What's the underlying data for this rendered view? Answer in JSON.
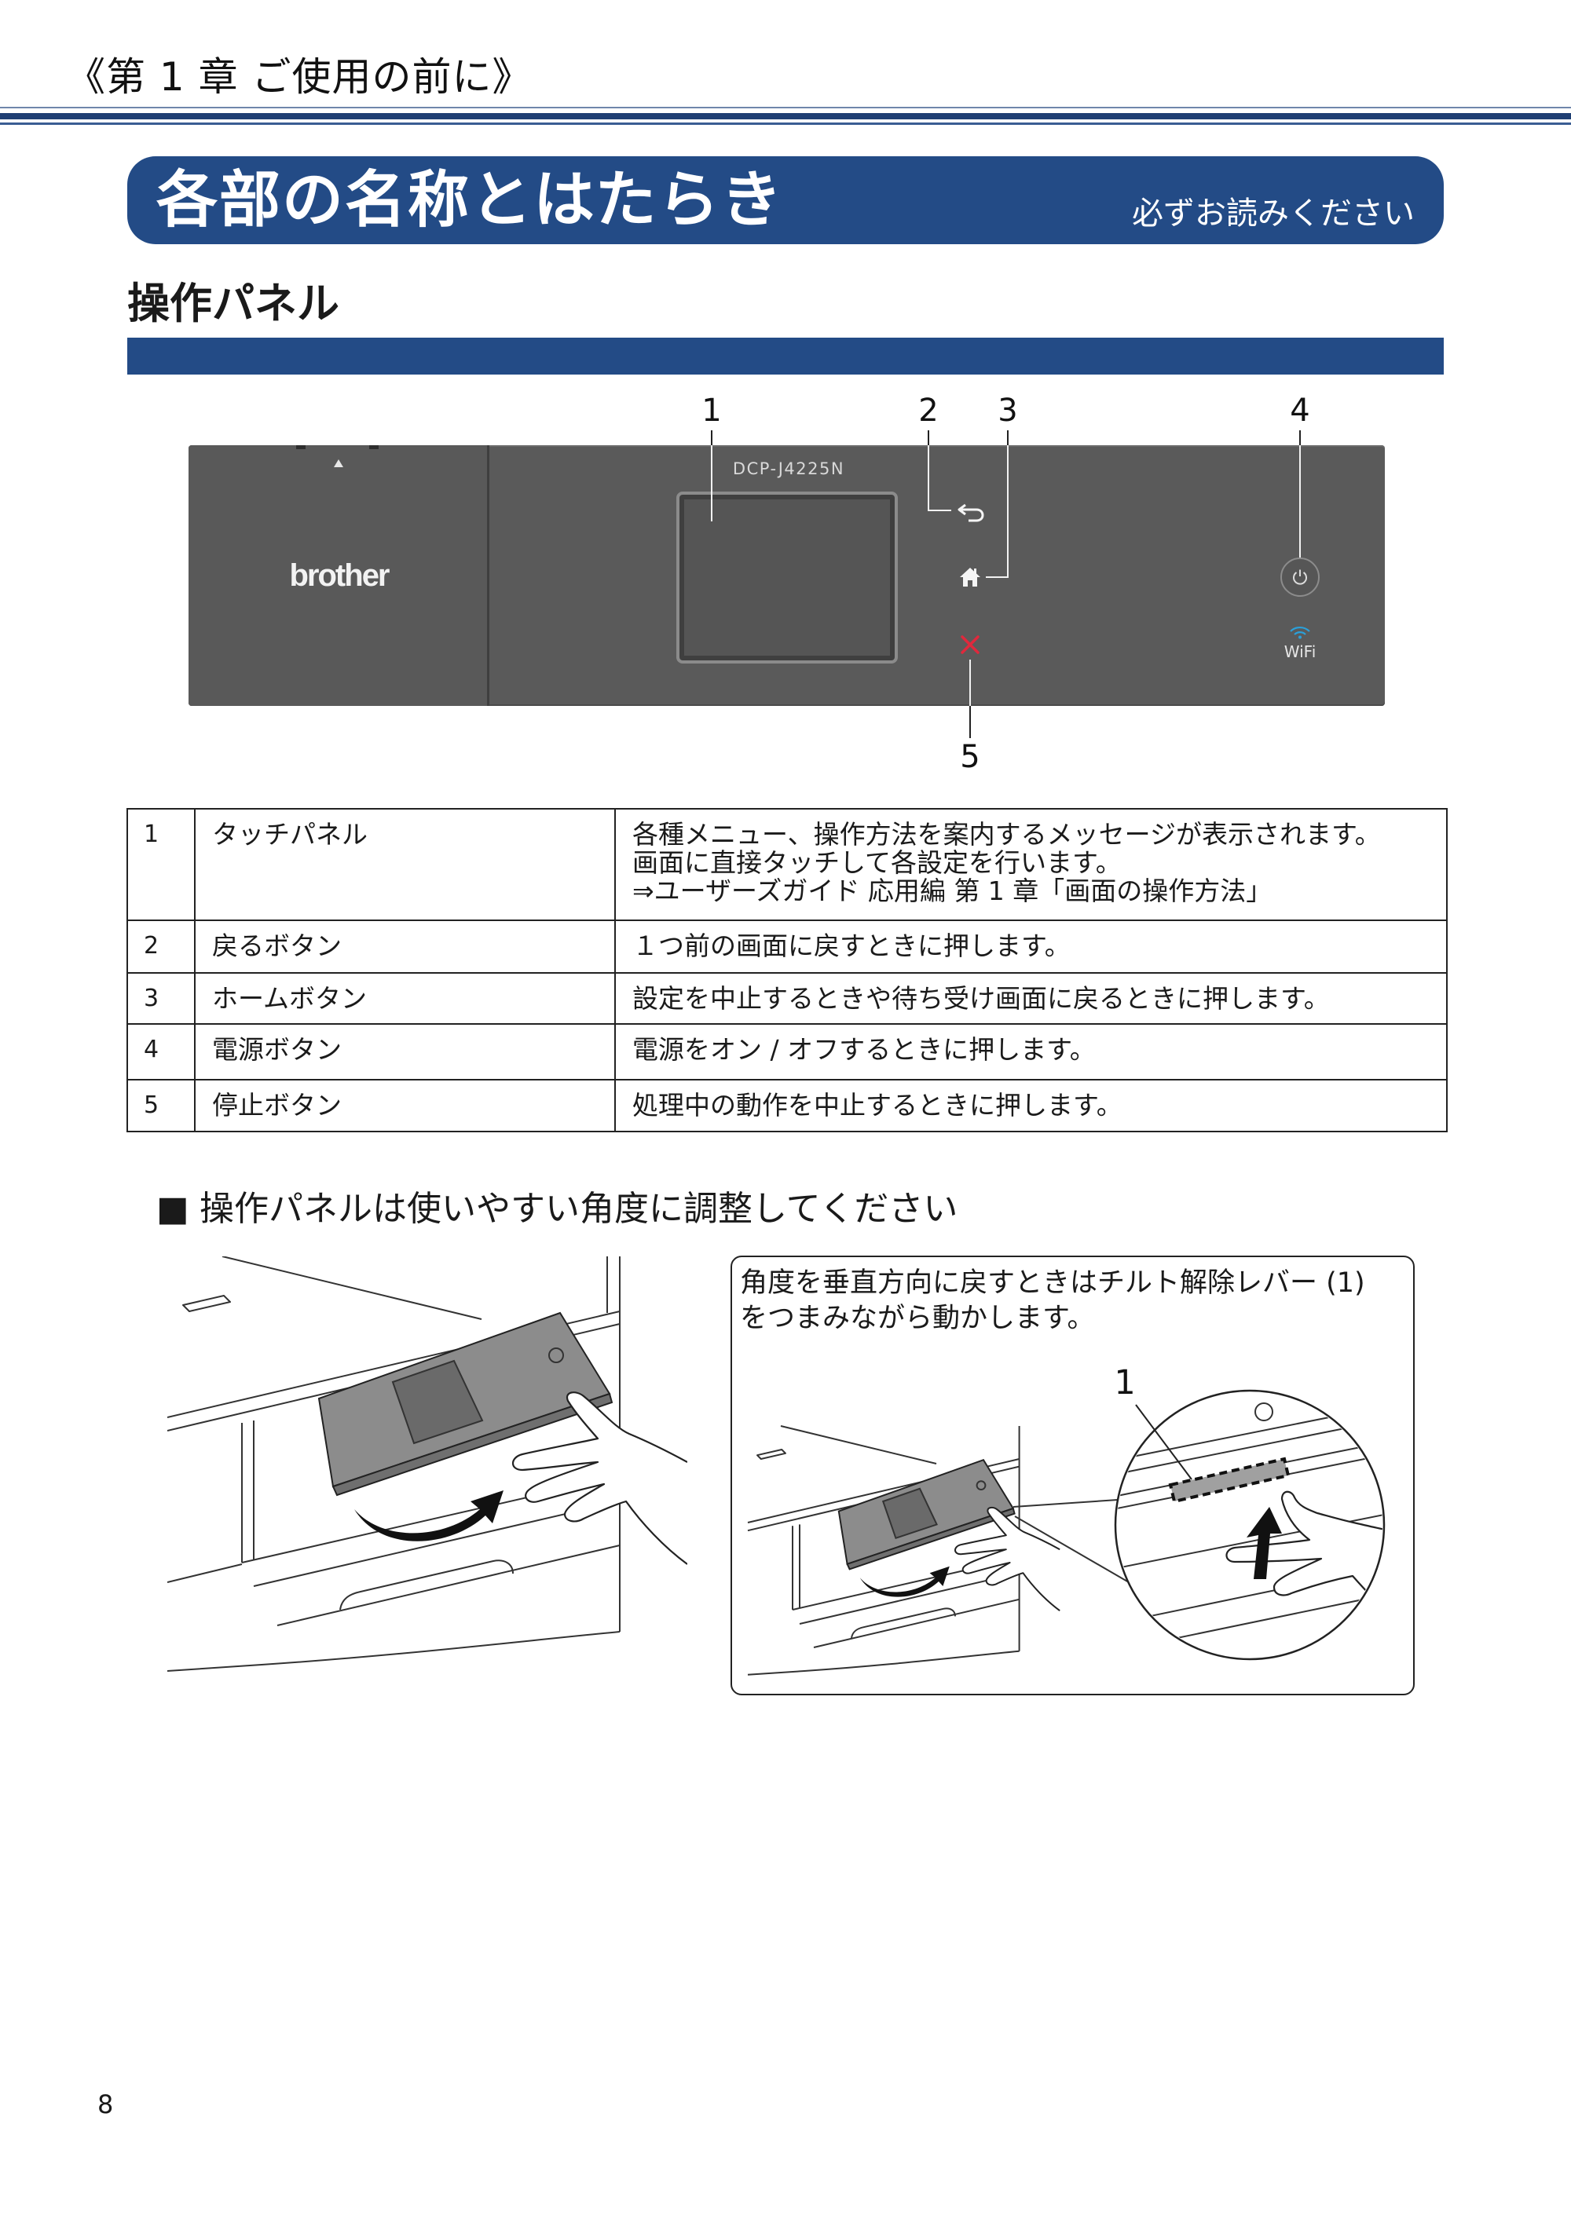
{
  "header": {
    "chapter": "《第 1 章 ご使用の前に》"
  },
  "banner": {
    "title": "各部の名称とはたらき",
    "note": "必ずお読みください"
  },
  "section": {
    "title": "操作パネル"
  },
  "control_panel": {
    "logo": "brother",
    "model": "DCP-J4225N",
    "wifi_label": "WiFi",
    "callouts": [
      "1",
      "2",
      "3",
      "4",
      "5"
    ],
    "icons": {
      "open": "open-arrow-icon",
      "back": "back-arrow-icon",
      "home": "home-icon",
      "stop": "stop-x-icon",
      "power": "power-icon",
      "wifi": "wifi-icon"
    }
  },
  "table": {
    "rows": [
      {
        "no": "1",
        "name": "タッチパネル",
        "desc": [
          "各種メニュー、操作方法を案内するメッセージが表示されます。",
          "画面に直接タッチして各設定を行います。",
          "⇒ユーザーズガイド 応用編 第 1 章「画面の操作方法」"
        ]
      },
      {
        "no": "2",
        "name": "戻るボタン",
        "desc": [
          "１つ前の画面に戻すときに押します。"
        ]
      },
      {
        "no": "3",
        "name": "ホームボタン",
        "desc": [
          "設定を中止するときや待ち受け画面に戻るときに押します。"
        ]
      },
      {
        "no": "4",
        "name": "電源ボタン",
        "desc": [
          "電源をオン / オフするときに押します。"
        ]
      },
      {
        "no": "5",
        "name": "停止ボタン",
        "desc": [
          "処理中の動作を中止するときに押します。"
        ]
      }
    ]
  },
  "tilt_section": {
    "bullet": "■",
    "title": "操作パネルは使いやすい角度に調整してください"
  },
  "tilt_note": {
    "lines": [
      "角度を垂直方向に戻すときはチルト解除レバー (1)",
      "をつまみながら動かします。"
    ],
    "callout": "1"
  },
  "page_number": "8",
  "colors": {
    "brand_blue": "#234b86",
    "panel_gray": "#5a5a5a",
    "stop_red": "#e0283c",
    "wifi_blue": "#2aa0da"
  }
}
